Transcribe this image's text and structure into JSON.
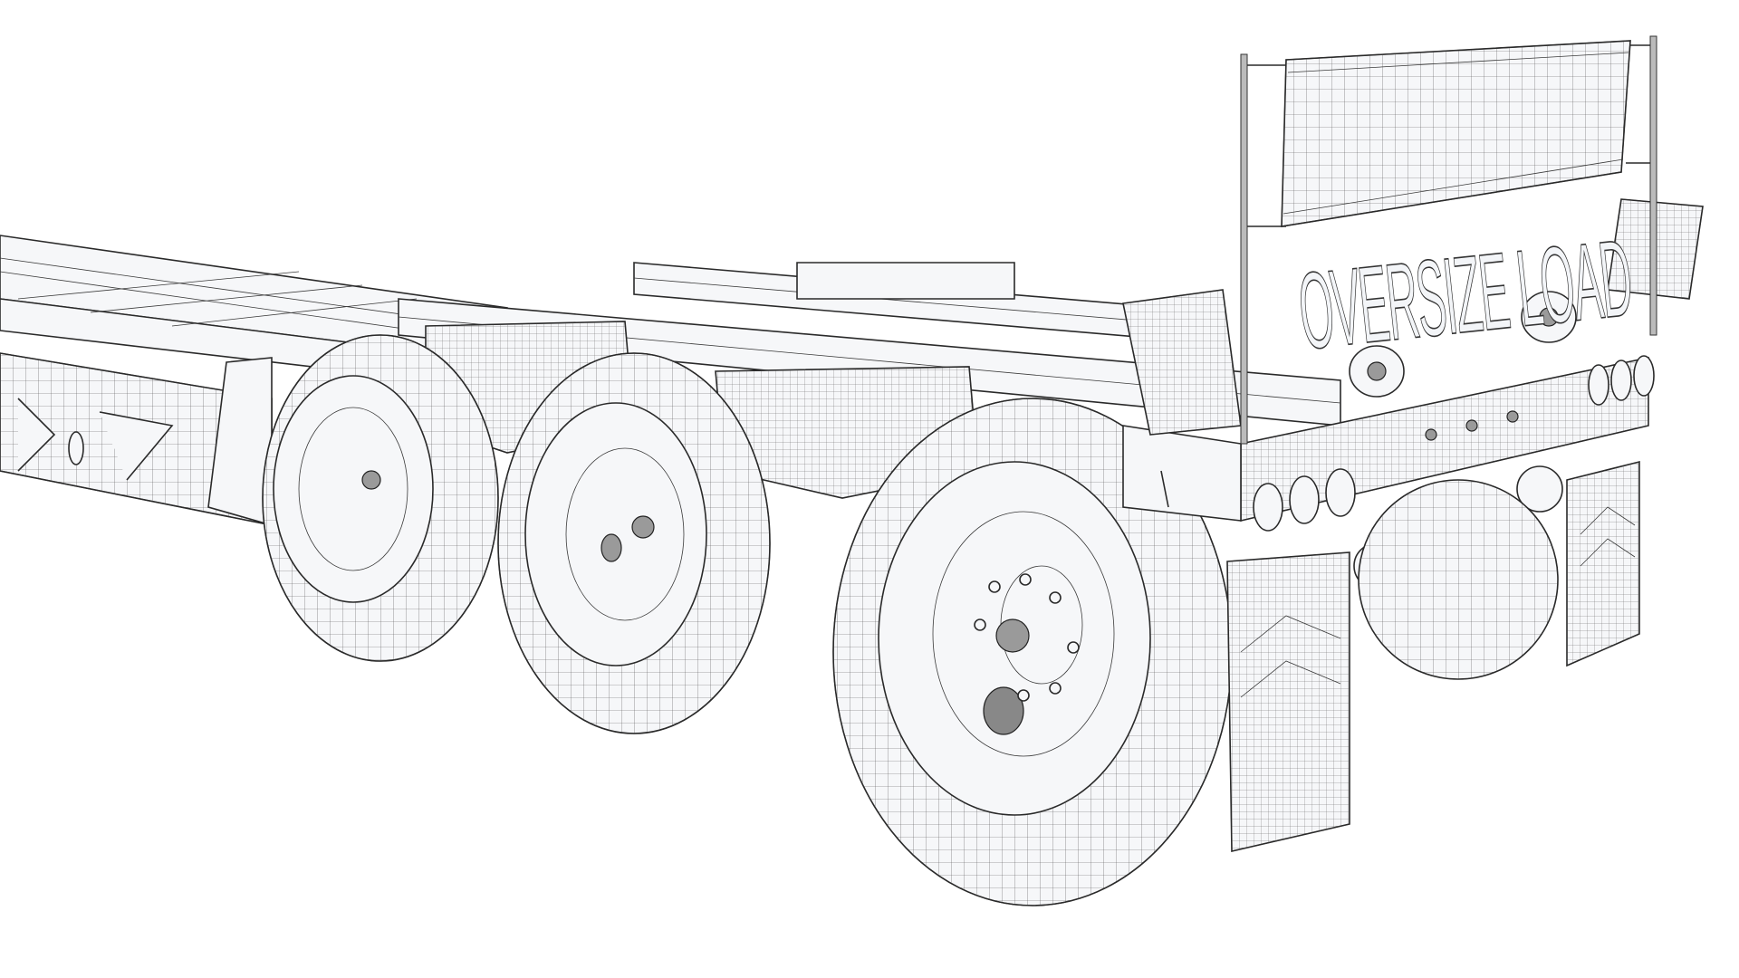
{
  "render": {
    "subject": "lowboy trailer wireframe render",
    "background_color": "#ffffff",
    "line_color": "#2a2a2a",
    "fill_color": "#f6f7f9"
  },
  "sign": {
    "text": "OVERSIZE LOAD"
  },
  "components": {
    "axles": 3,
    "rear_light_clusters": 2,
    "lights_per_cluster": 3,
    "flags": 2,
    "mudflaps": 2
  }
}
